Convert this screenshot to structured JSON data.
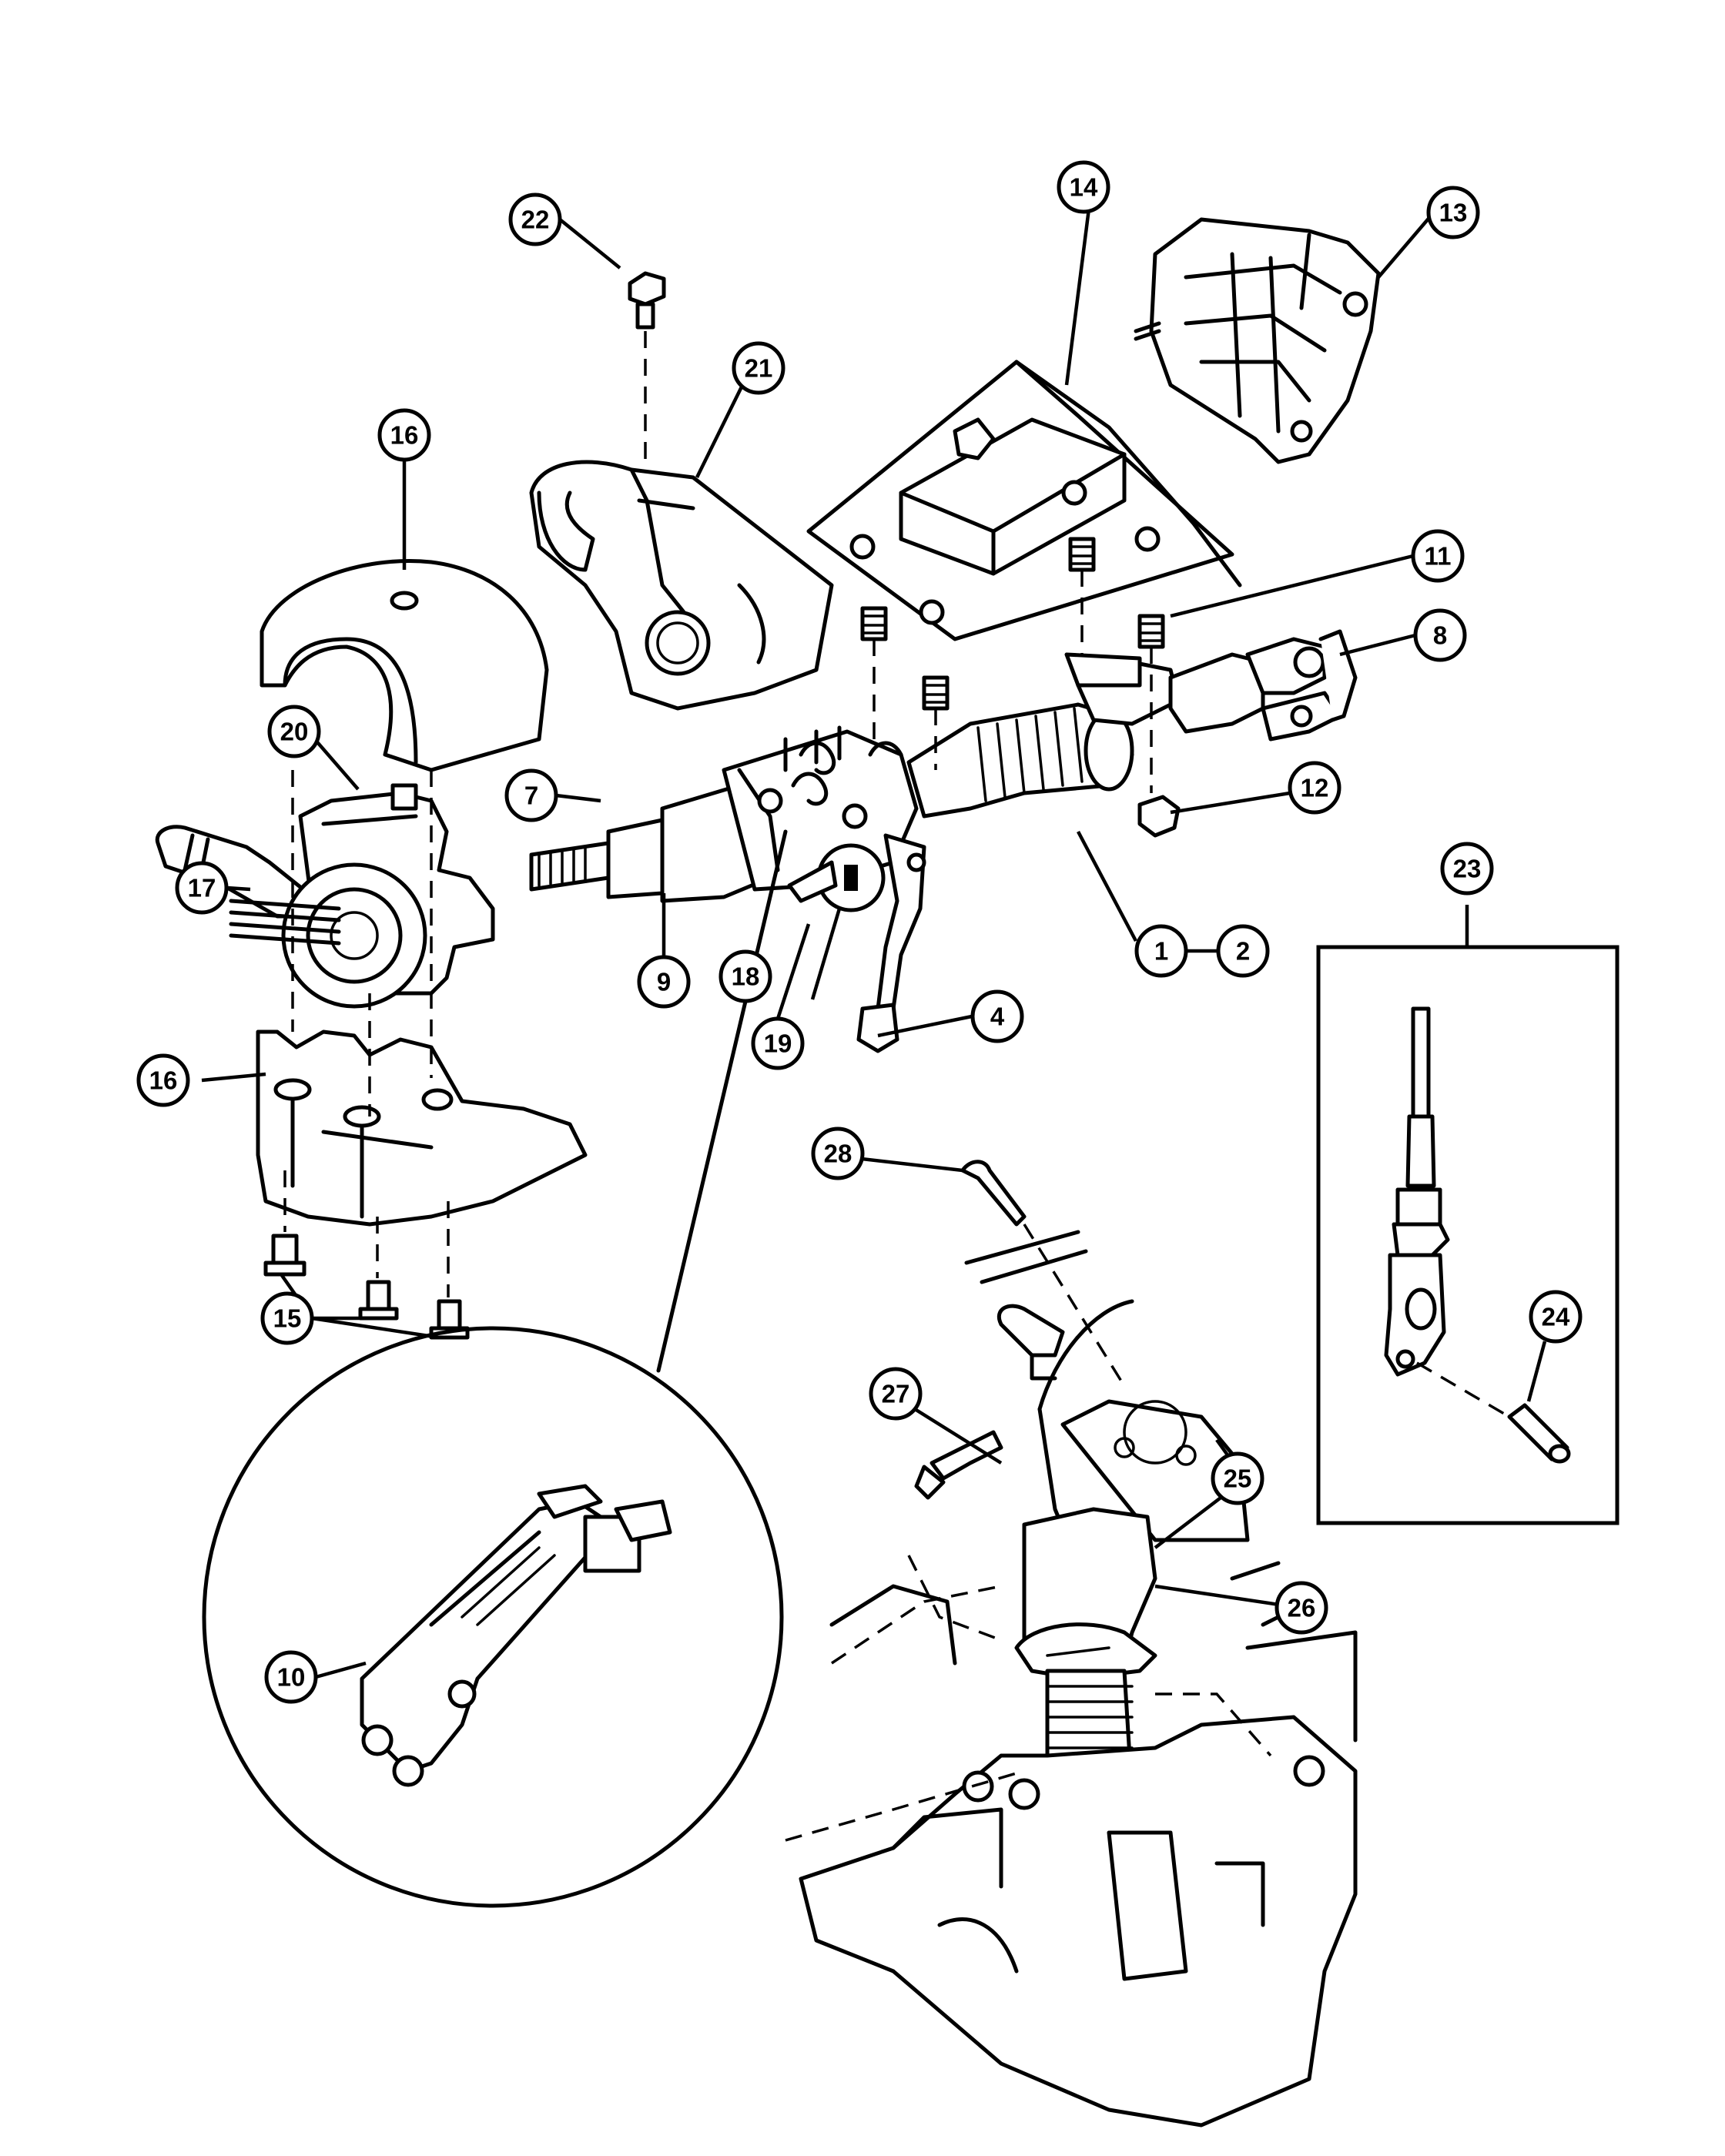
{
  "callouts": [
    {
      "id": "c1",
      "label": "1"
    },
    {
      "id": "c2",
      "label": "2"
    },
    {
      "id": "c4",
      "label": "4"
    },
    {
      "id": "c7",
      "label": "7"
    },
    {
      "id": "c8",
      "label": "8"
    },
    {
      "id": "c9",
      "label": "9"
    },
    {
      "id": "c10",
      "label": "10"
    },
    {
      "id": "c11",
      "label": "11"
    },
    {
      "id": "c12",
      "label": "12"
    },
    {
      "id": "c13",
      "label": "13"
    },
    {
      "id": "c14",
      "label": "14"
    },
    {
      "id": "c15",
      "label": "15"
    },
    {
      "id": "c16a",
      "label": "16"
    },
    {
      "id": "c16b",
      "label": "16"
    },
    {
      "id": "c17",
      "label": "17"
    },
    {
      "id": "c18",
      "label": "18"
    },
    {
      "id": "c19",
      "label": "19"
    },
    {
      "id": "c20",
      "label": "20"
    },
    {
      "id": "c21",
      "label": "21"
    },
    {
      "id": "c22",
      "label": "22"
    },
    {
      "id": "c23",
      "label": "23"
    },
    {
      "id": "c24",
      "label": "24"
    },
    {
      "id": "c25",
      "label": "25"
    },
    {
      "id": "c26",
      "label": "26"
    },
    {
      "id": "c27",
      "label": "27"
    },
    {
      "id": "c28",
      "label": "28"
    }
  ],
  "colors": {
    "ink": "#000000",
    "paper": "#ffffff"
  }
}
